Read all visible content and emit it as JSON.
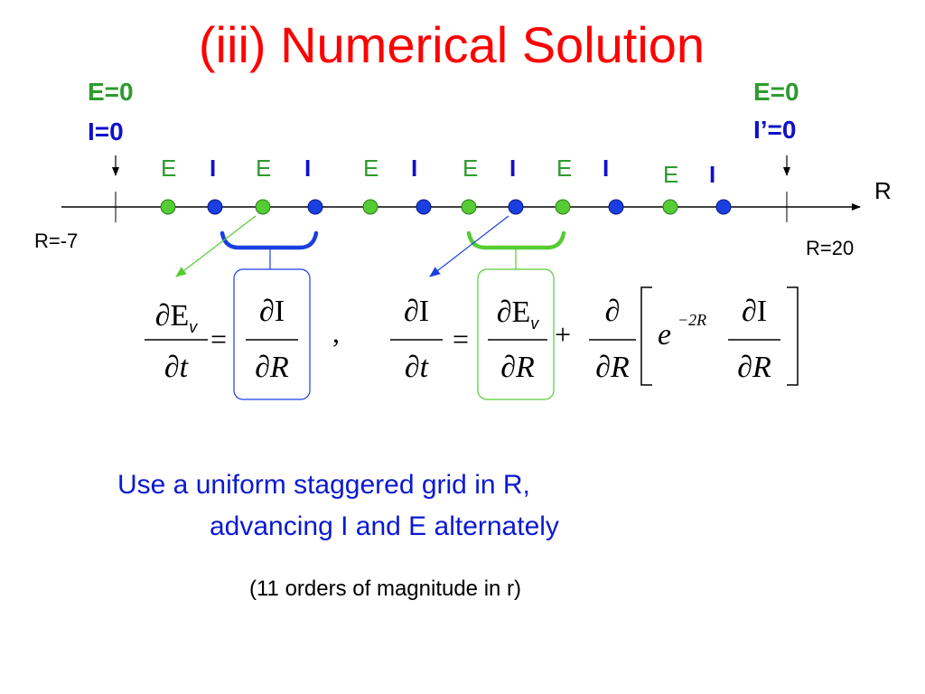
{
  "title": "(iii)  Numerical Solution",
  "left_bc": {
    "e": "E=0",
    "i": "I=0"
  },
  "right_bc": {
    "e": "E=0",
    "i": "I’=0"
  },
  "axis_label": "R",
  "left_bound": "R=-7",
  "right_bound": "R=20",
  "grid_labels": [
    "E",
    "I",
    "E",
    "I",
    "E",
    "I",
    "E",
    "I",
    "E",
    "I",
    "E",
    "I"
  ],
  "colors": {
    "e_point": "#55cc33",
    "i_point": "#1a3fe0",
    "title": "#ff0000",
    "note": "#0a1ad0"
  },
  "equation_1": {
    "lhs_num": "∂E",
    "lhs_sub": "v",
    "lhs_den": "∂t",
    "rhs_num": "∂I",
    "rhs_den": "∂R"
  },
  "separator": ",",
  "equation_2": {
    "lhs_num": "∂I",
    "lhs_den": "∂t",
    "t1_num": "∂E",
    "t1_sub": "v",
    "t1_den": "∂R",
    "plus": "+",
    "t2_num": "∂",
    "t2_den": "∂R",
    "exp_base": "e",
    "exponent": "−2R",
    "t3_num": "∂I",
    "t3_den": "∂R"
  },
  "note_line1": "Use a uniform staggered grid in R,",
  "note_line2": "advancing I and E alternately",
  "note_paren": "(11 orders of magnitude in r)"
}
